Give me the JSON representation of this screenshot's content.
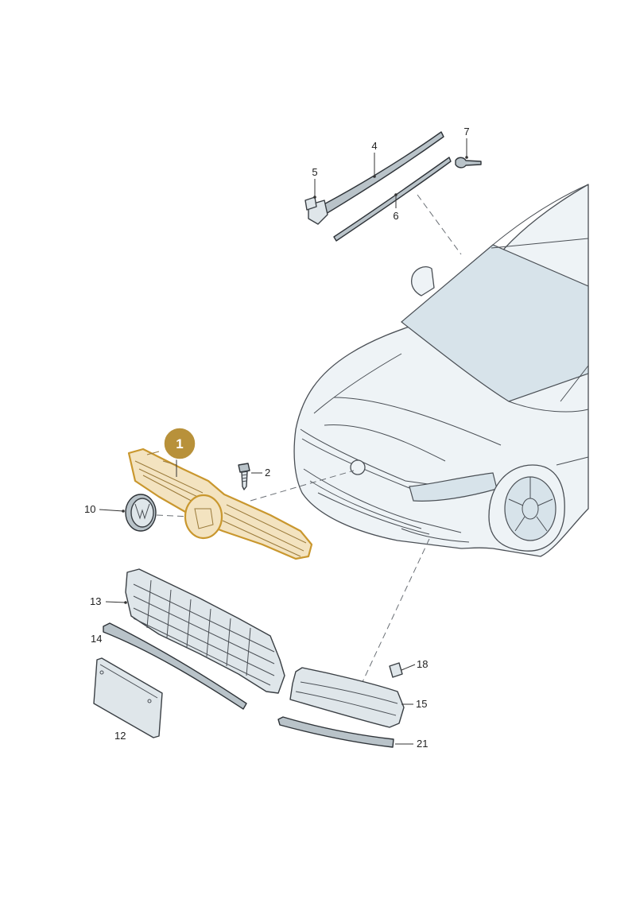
{
  "diagram": {
    "highlight_color": "#b8913a",
    "callouts": {
      "p1": "1",
      "p2": "2",
      "p4": "4",
      "p5": "5",
      "p6": "6",
      "p7": "7",
      "p10": "10",
      "p12": "12",
      "p13": "13",
      "p14": "14",
      "p15": "15",
      "p18": "18",
      "p21": "21"
    }
  }
}
